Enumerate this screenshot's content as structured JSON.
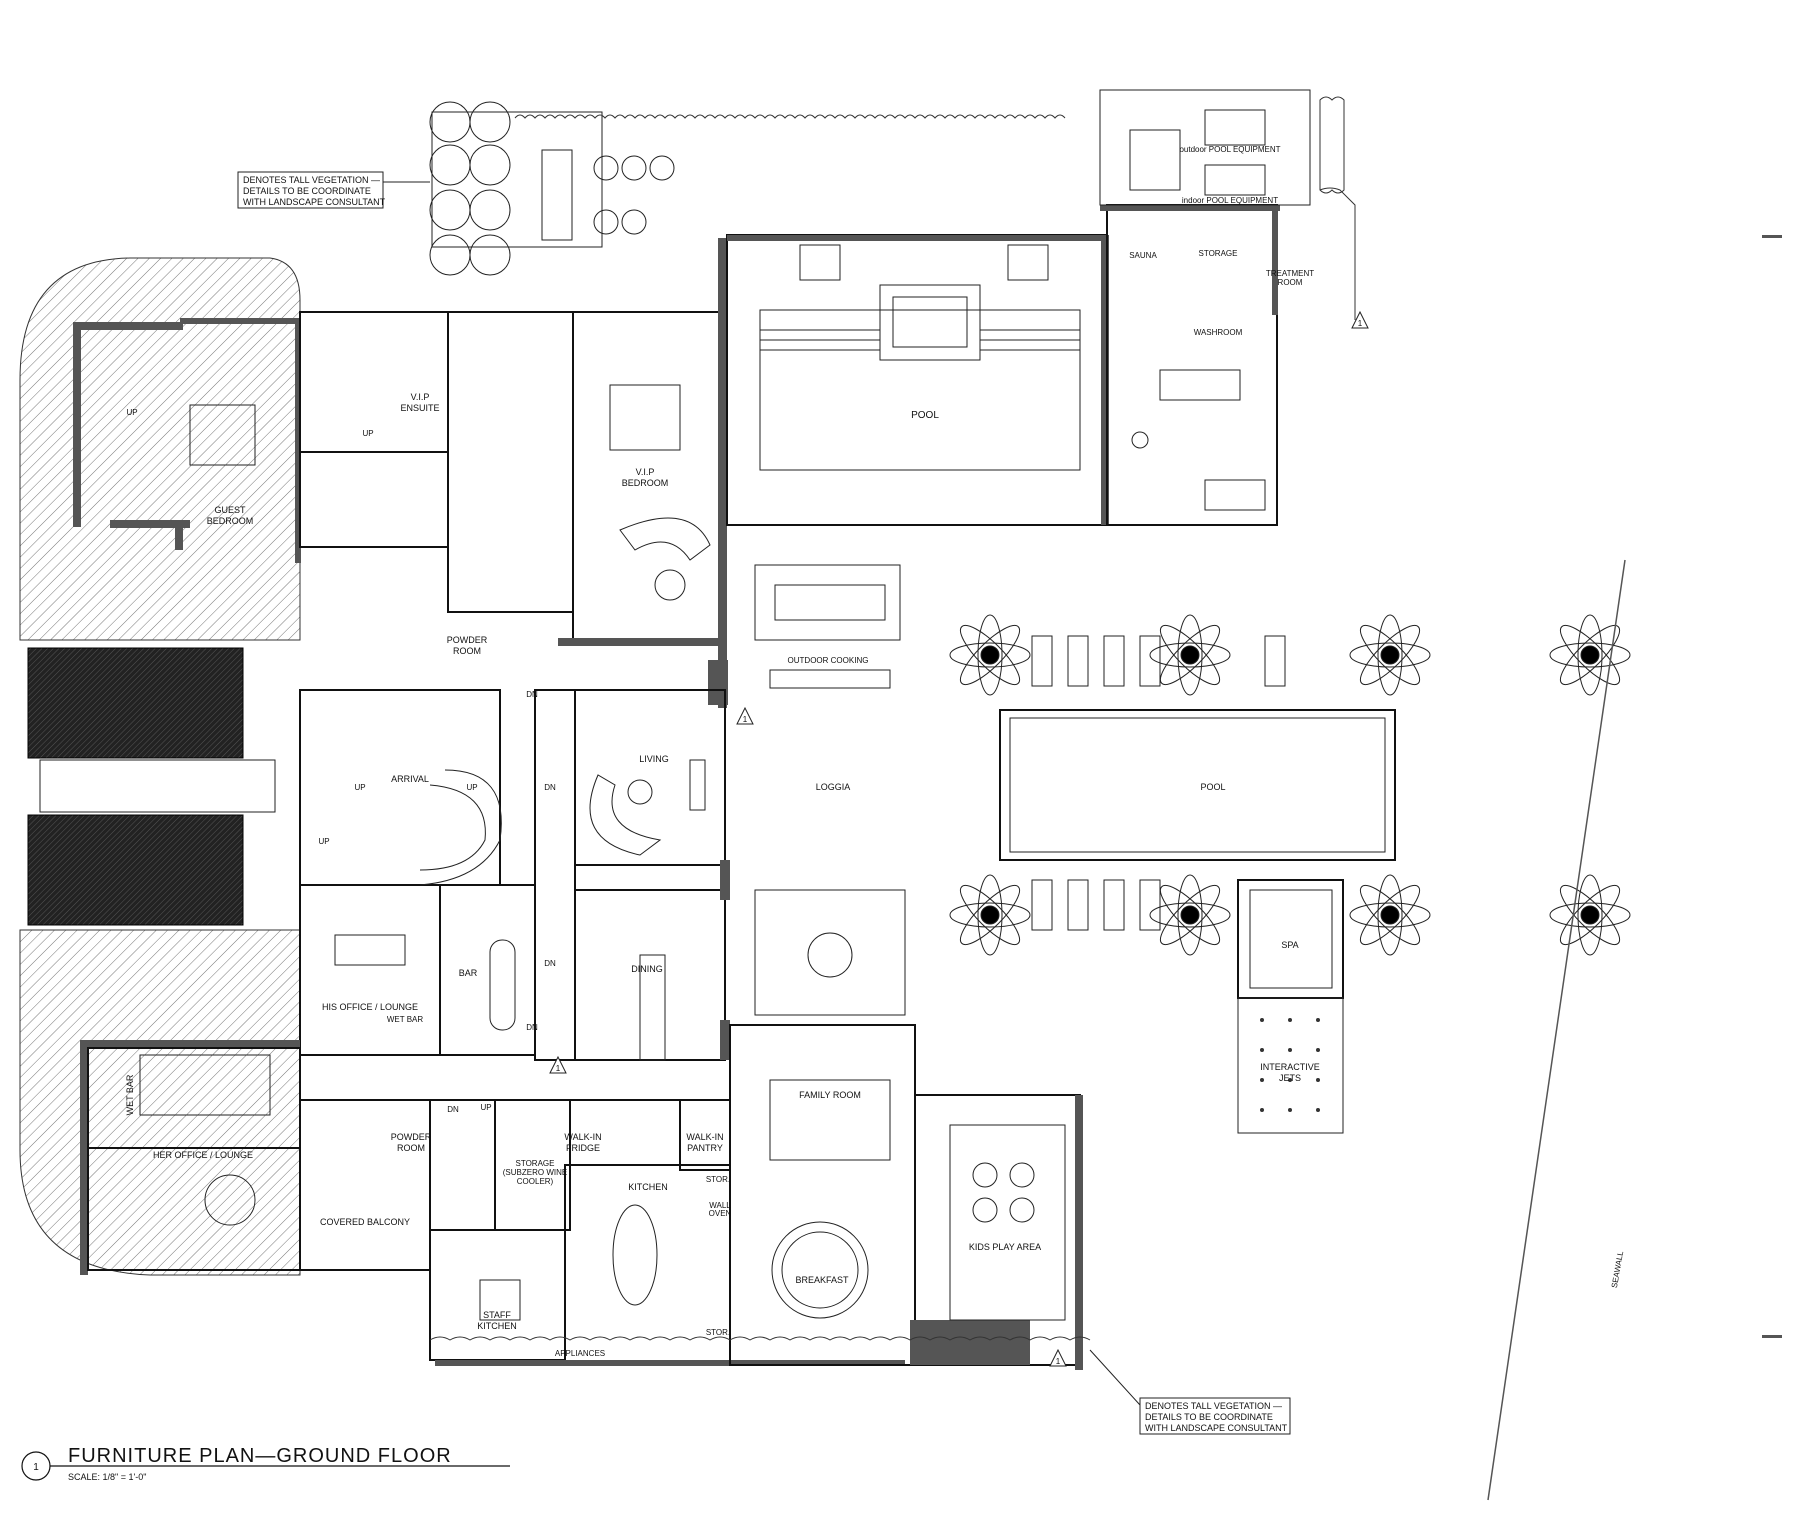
{
  "drawing": {
    "title": "FURNITURE PLAN—GROUND FLOOR",
    "scale": "SCALE: 1/8\" = 1'-0\"",
    "detail_number": "1",
    "revision_marker": "1"
  },
  "notes": {
    "top_left": [
      "DENOTES TALL VEGETATION —",
      "DETAILS TO BE COORDINATE",
      "WITH LANDSCAPE CONSULTANT"
    ],
    "bottom_right": [
      "DENOTES TALL VEGETATION —",
      "DETAILS TO BE COORDINATE",
      "WITH LANDSCAPE CONSULTANT"
    ]
  },
  "rooms": {
    "guest_bedroom": [
      "GUEST",
      "BEDROOM"
    ],
    "vip_ensuite": [
      "V.I.P",
      "ENSUITE"
    ],
    "vip_bedroom": [
      "V.I.P",
      "BEDROOM"
    ],
    "pool_upper": "POOL",
    "sauna": "SAUNA",
    "storage_upper": "STORAGE",
    "treatment_room": [
      "TREATMENT",
      "ROOM"
    ],
    "washroom": "WASHROOM",
    "powder_room_upper": [
      "POWDER",
      "ROOM"
    ],
    "outdoor_cooking": "OUTDOOR COOKING",
    "arrival": "ARRIVAL",
    "living": "LIVING",
    "loggia": "LOGGIA",
    "pool_main": "POOL",
    "spa": "SPA",
    "interactive_jets": [
      "INTERACTIVE",
      "JETS"
    ],
    "bar": "BAR",
    "dining": "DINING",
    "his_office": "HIS OFFICE / LOUNGE",
    "wet_bar_his": "WET BAR",
    "wet_bar_her": "WET BAR",
    "her_office": "HER OFFICE / LOUNGE",
    "powder_room_lower": [
      "POWDER",
      "ROOM"
    ],
    "storage_lower": [
      "STORAGE",
      "(SUBZERO WINE",
      "COOLER)"
    ],
    "walk_in_fridge": [
      "WALK-IN",
      "FRIDGE"
    ],
    "walk_in_pantry": [
      "WALK-IN",
      "PANTRY"
    ],
    "kitchen": "KITCHEN",
    "stor_1": "STOR.",
    "wall_oven": [
      "WALL",
      "OVEN"
    ],
    "stor_2": "STOR.",
    "family_room": "FAMILY ROOM",
    "kids_play_area": "KIDS PLAY AREA",
    "covered_balcony": "COVERED BALCONY",
    "breakfast": "BREAKFAST",
    "staff_kitchen": [
      "STAFF",
      "KITCHEN"
    ],
    "appliances": "APPLIANCES",
    "seawall": "SEAWALL",
    "outdoor_pool_equipment": "outdoor POOL EQUIPMENT",
    "indoor_pool_equipment": "indoor POOL EQUIPMENT"
  },
  "stair_labels": {
    "up": "UP",
    "dn": "DN"
  }
}
